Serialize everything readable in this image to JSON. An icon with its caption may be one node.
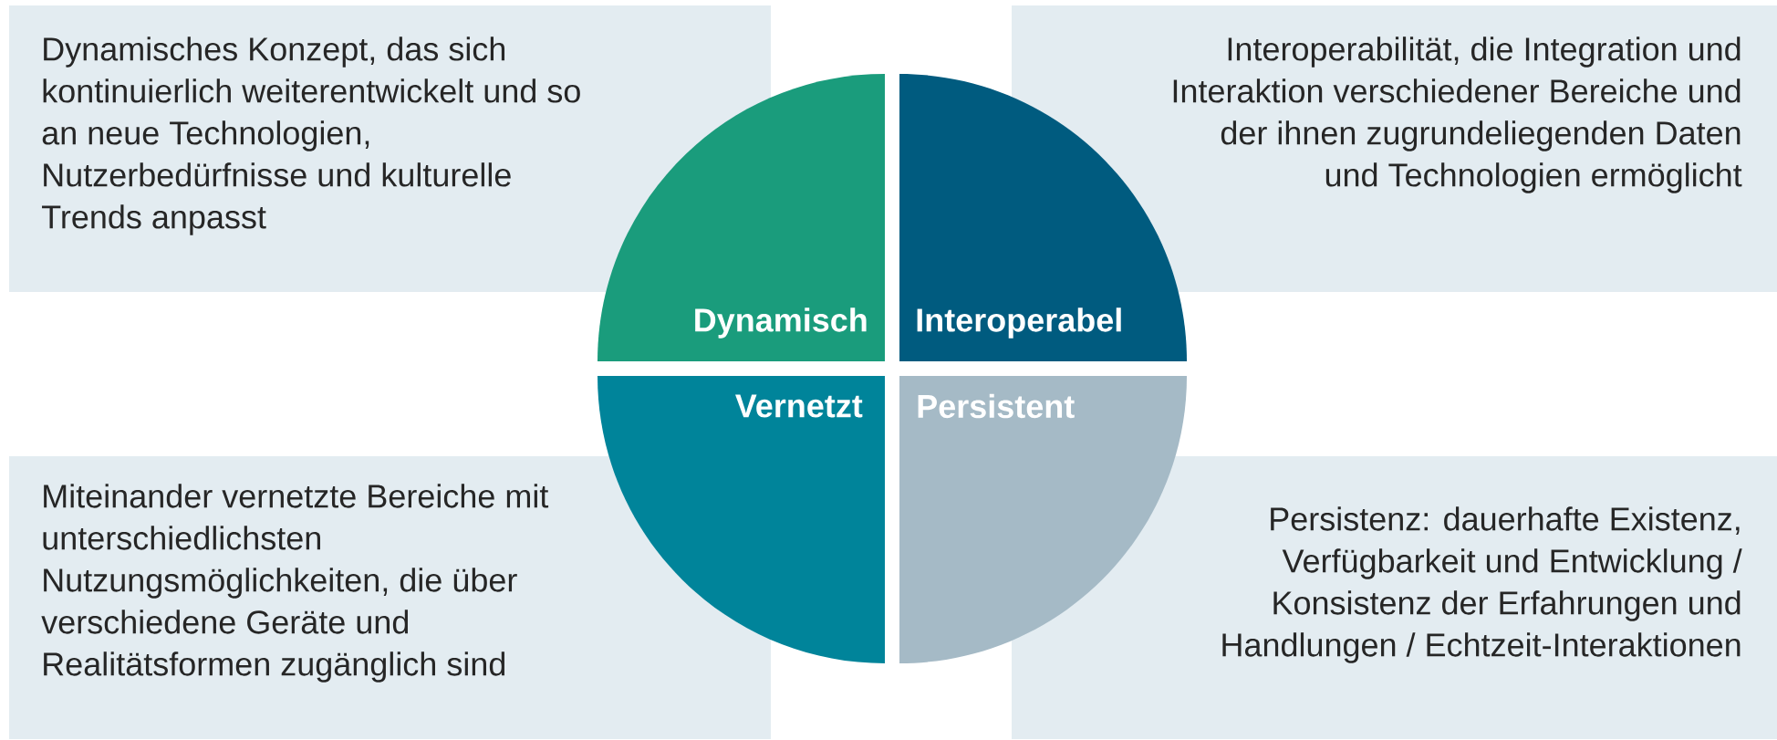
{
  "diagram": {
    "nodes": [
      {
        "text": [
          "Dynamisches Konzept, das sich kontinuierlich weiterentwickelt und so an neue Technologien, Nutzerbedürfnisse und kulturelle Trends anpasst"
        ]
      },
      {
        "text": [
          "Dynamisch"
        ]
      },
      {
        "text": [
          "Interoperabel"
        ]
      },
      {
        "text": [
          "Interoperabilität, die Integration und Interaktion verschiedener Bereiche und der ihnen zugrundeliegenden Daten und Technologien ermöglicht"
        ]
      },
      {
        "text": [
          "Vernetzt"
        ]
      },
      {
        "text": [
          "Persistent"
        ]
      },
      {
        "text": [
          "Miteinander vernetzte Bereiche mit unterschiedlichsten Nutzungsmöglichkeiten, die über verschiedene Geräte und Realitätsformen zugänglich sind"
        ]
      },
      {
        "text": [
          "Persistenz: dauerhafte Existenz, Verfügbarkeit und Entwicklung / Konsistenz der Erfahrungen und Handlungen / Echtzeit-Interaktionen"
        ]
      }
    ],
    "edges": []
  }
}
